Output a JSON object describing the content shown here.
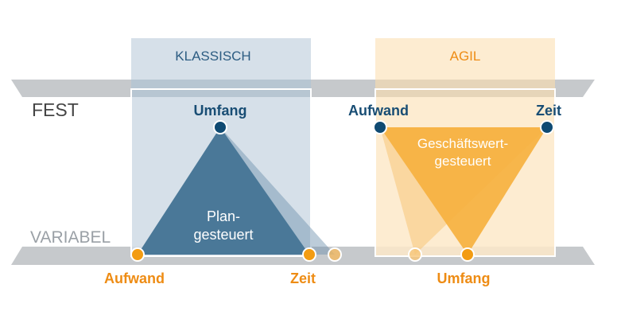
{
  "rows": {
    "fixed_label": "FEST",
    "variable_label": "VARIABEL"
  },
  "classic": {
    "header": "KLASSISCH",
    "top_label": "Umfang",
    "triangle_line1": "Plan-",
    "triangle_line2": "gesteuert",
    "bottom_left_label": "Aufwand",
    "bottom_right_label": "Zeit"
  },
  "agile": {
    "header": "AGIL",
    "top_left_label": "Aufwand",
    "top_right_label": "Zeit",
    "triangle_line1": "Geschäftswert-",
    "triangle_line2": "gesteuert",
    "bottom_label": "Umfang"
  },
  "colors": {
    "band_gray": "#c6c9cc",
    "classic_panel": "#cfdbe5",
    "classic_triangle": "#4a7898",
    "agile_panel": "#fde9c9",
    "agile_triangle": "#f6b13f",
    "fixed_point": "#0f4a72",
    "variable_point": "#f39c12",
    "label_blue": "#184d74",
    "label_orange": "#ee8c14",
    "header_classic": "#2c5c82",
    "header_agile": "#ee8c14",
    "row_label_gray": "#9aa0a6"
  }
}
